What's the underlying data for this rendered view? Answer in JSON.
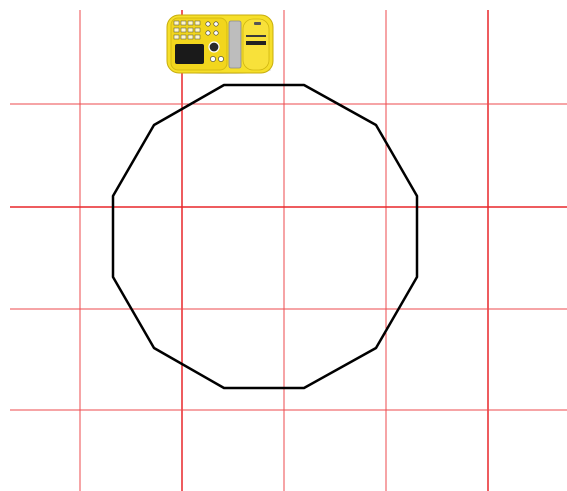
{
  "scene": {
    "background_color": "#ffffff",
    "grid": {
      "line_color": "#e8262a",
      "thin_line_color": "#ee4a4d",
      "columns": 5,
      "rows": 4
    },
    "path": {
      "shape": "dodecagon",
      "sides": 12,
      "stroke_color": "#000000"
    },
    "robot": {
      "name": "yellow-floor-robot",
      "icon": "robot-icon",
      "body_color": "#f6df2a",
      "heading": "right"
    }
  }
}
